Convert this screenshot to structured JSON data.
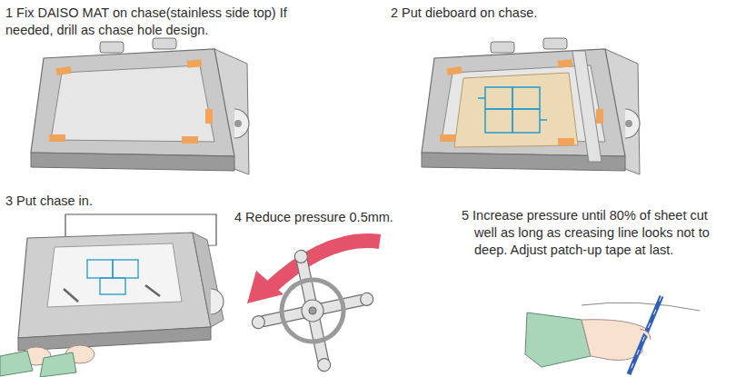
{
  "diagram": {
    "labels": [
      "1 Fix DAISO MAT on chase(stainless side top) If needed, drill as chase hole design.",
      "2 Put dieboard on chase.",
      "3 Put chase in.",
      "4 Reduce pressure 0.5mm.",
      "5 Increase pressure until 80% of sheet cut well as long as creasing line looks not to deep. Adjust patch-up tape at last."
    ]
  }
}
